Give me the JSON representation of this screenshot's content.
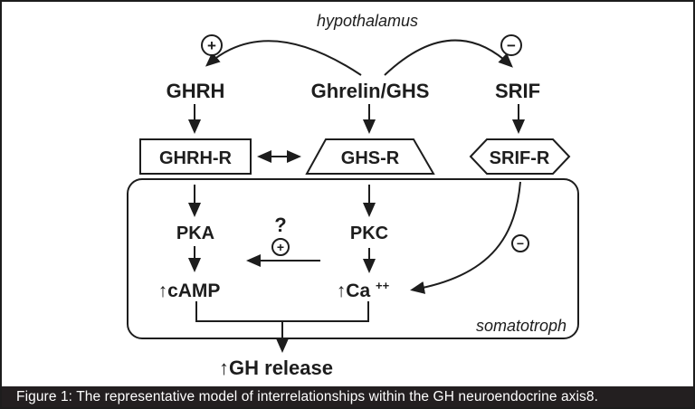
{
  "figure": {
    "caption": "Figure 1:  The representative model of interrelationships within the GH neuroendocrine axis8."
  },
  "diagram": {
    "region_label": "hypothalamus",
    "cell_label": "somatotroph",
    "hormones": {
      "ghrh": "GHRH",
      "ghrelin": "Ghrelin/GHS",
      "srif": "SRIF"
    },
    "receptors": {
      "ghrh_r": "GHRH-R",
      "ghs_r": "GHS-R",
      "srif_r": "SRIF-R"
    },
    "signaling": {
      "pka": "PKA",
      "pkc": "PKC",
      "question": "?",
      "camp": "↑cAMP",
      "ca": "↑Ca",
      "ca_sup": "++"
    },
    "output": {
      "gh_release": "↑GH release"
    },
    "signs": {
      "plus": "+",
      "minus": "−"
    },
    "colors": {
      "line": "#1d1d1d",
      "background": "#ffffff",
      "caption_bg": "#231f20",
      "caption_text": "#ffffff"
    }
  }
}
